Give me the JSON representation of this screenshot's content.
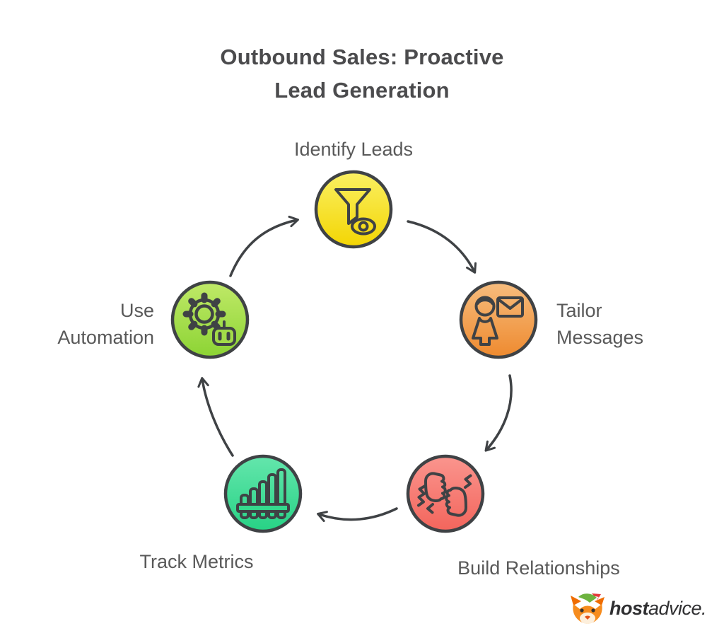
{
  "title": "Outbound Sales: Proactive Lead Generation",
  "diagram": {
    "type": "cycle",
    "direction": "clockwise",
    "outline_color": "#3F4245",
    "nodes": [
      {
        "label": "Identify Leads",
        "icon": "funnel-eye-icon",
        "color_top": "#FAF063",
        "color_bottom": "#F3D503"
      },
      {
        "label": "Tailor Messages",
        "icon": "person-envelope-icon",
        "color_top": "#F7BD7E",
        "color_bottom": "#EE8A2F"
      },
      {
        "label": "Build Relationships",
        "icon": "fist-bump-icon",
        "color_top": "#FA958E",
        "color_bottom": "#F3655C"
      },
      {
        "label": "Track Metrics",
        "icon": "bar-chart-icon",
        "color_top": "#64E6AC",
        "color_bottom": "#27D285"
      },
      {
        "label": "Use Automation",
        "icon": "gear-robot-icon",
        "color_top": "#C0E968",
        "color_bottom": "#8CD434"
      }
    ],
    "flow": [
      "Identify Leads",
      "Tailor Messages",
      "Build Relationships",
      "Track Metrics",
      "Use Automation"
    ]
  },
  "logo": {
    "brand_bold": "host",
    "brand_regular": "advice."
  }
}
